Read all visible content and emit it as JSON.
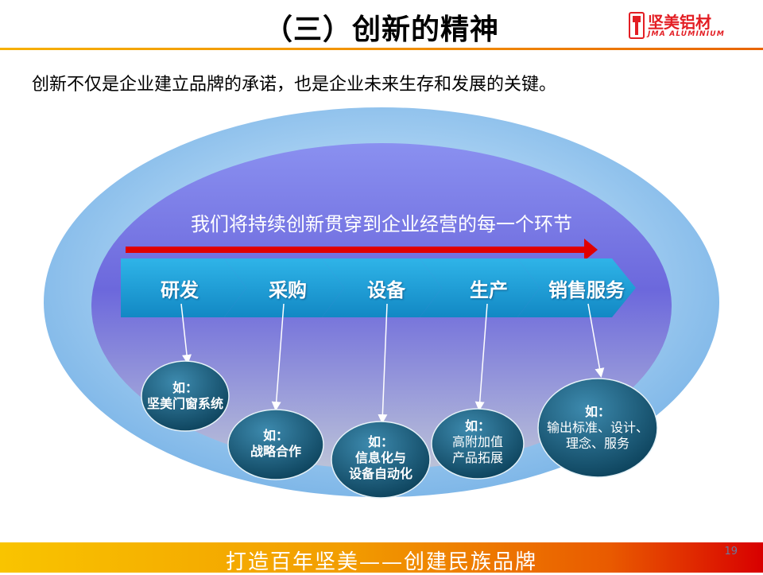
{
  "title": "（三）创新的精神",
  "logo": {
    "name": "坚美铝材",
    "sub": "JMA ALUMINIUM"
  },
  "subtitle": "创新不仅是企业建立品牌的承诺，也是企业未来生存和发展的关键。",
  "banner": "我们将持续创新贯穿到企业经营的每一个环节",
  "stages": [
    "研发",
    "采购",
    "设备",
    "生产",
    "销售服务"
  ],
  "bubbles": [
    {
      "l1": "如：",
      "l2": "坚美门窗系统",
      "l3": ""
    },
    {
      "l1": "如：",
      "l2": "战略合作",
      "l3": ""
    },
    {
      "l1": "如：",
      "l2": "信息化与",
      "l3": "设备自动化"
    },
    {
      "l1": "如：",
      "l2": "高附加值",
      "l3": "产品拓展"
    },
    {
      "l1": "如：",
      "l2": "输出标准、设计、",
      "l3": "理念、服务"
    }
  ],
  "footer": "打造百年坚美——创建民族品牌",
  "page_number": "19",
  "colors": {
    "accent": "#e31e24",
    "arrow": "#e00000",
    "stage": "#1aa0d8",
    "bubble": "#1b5a7a"
  }
}
